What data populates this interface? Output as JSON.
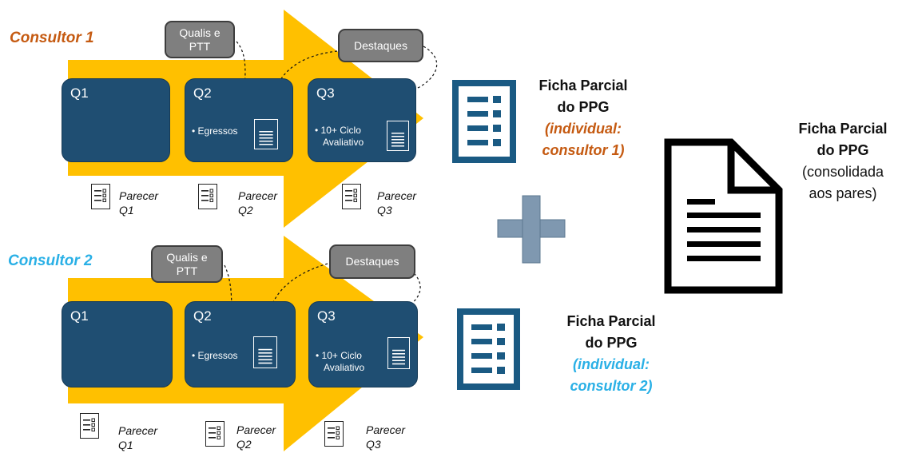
{
  "consultor1": {
    "label": "Consultor 1",
    "label_color": "#c55a11",
    "q1": "Q1",
    "q2": "Q2",
    "q3": "Q3",
    "q2_bullet": "• Egressos",
    "q3_bullet_line1": "• 10+ Ciclo",
    "q3_bullet_line2": "Avaliativo",
    "qualis_line1": "Qualis e",
    "qualis_line2": "PTT",
    "destaques": "Destaques",
    "parecer_q1_line1": "Parecer",
    "parecer_q1_line2": "Q1",
    "parecer_q2_line1": "Parecer",
    "parecer_q2_line2": "Q2",
    "parecer_q3_line1": "Parecer",
    "parecer_q3_line2": "Q3",
    "ficha_line1": "Ficha Parcial",
    "ficha_line2": "do PPG",
    "ficha_line3": "(individual:",
    "ficha_line4": "consultor 1)"
  },
  "consultor2": {
    "label": "Consultor 2",
    "label_color": "#2ab0e6",
    "q1": "Q1",
    "q2": "Q2",
    "q3": "Q3",
    "q2_bullet": "• Egressos",
    "q3_bullet_line1": "• 10+ Ciclo",
    "q3_bullet_line2": "Avaliativo",
    "qualis_line1": "Qualis e",
    "qualis_line2": "PTT",
    "destaques": "Destaques",
    "parecer_q1_line1": "Parecer",
    "parecer_q1_line2": "Q1",
    "parecer_q2_line1": "Parecer",
    "parecer_q2_line2": "Q2",
    "parecer_q3_line1": "Parecer",
    "parecer_q3_line2": "Q3",
    "ficha_line1": "Ficha Parcial",
    "ficha_line2": "do PPG",
    "ficha_line3": "(individual:",
    "ficha_line4": "consultor 2)"
  },
  "consolidada": {
    "line1": "Ficha Parcial",
    "line2": "do PPG",
    "line3": "(consolidada",
    "line4": "aos pares)"
  },
  "colors": {
    "arrow": "#ffc000",
    "box": "#1f4e72",
    "plus": "#7f98b0",
    "ficha_icon": "#1a5a83"
  },
  "icons": {
    "plus": "plus-icon",
    "ficha": "checklist-icon",
    "consolidated": "document-icon"
  }
}
